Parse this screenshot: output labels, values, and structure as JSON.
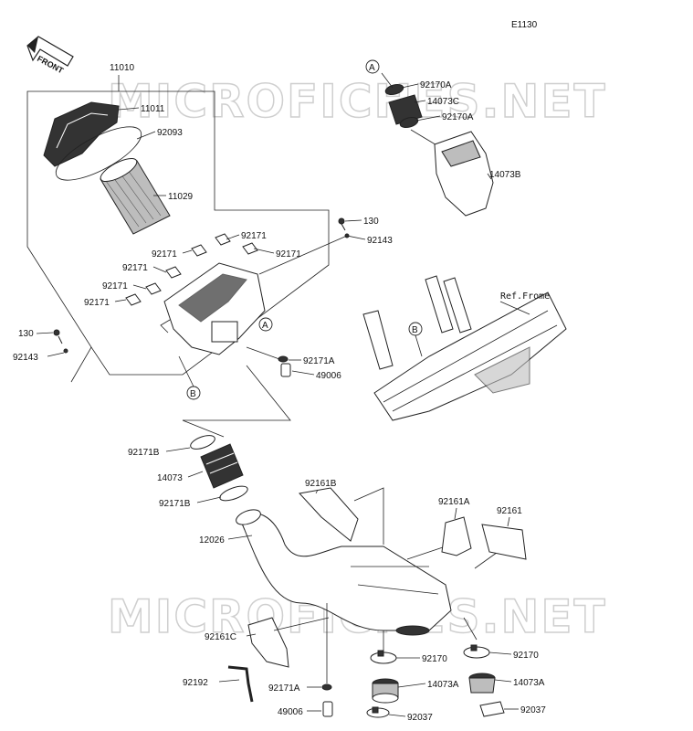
{
  "diagram_code": "E1130",
  "front_label": "FRONT",
  "watermarks": [
    "MICROFICHES.NET",
    "MICROFICHES.NET"
  ],
  "ref_frame_label": "Ref.Frome",
  "callouts": {
    "A1": "A",
    "A2": "A",
    "B1": "B",
    "B2": "B"
  },
  "labels": {
    "p11010": "11010",
    "p11011": "11011",
    "p92093": "92093",
    "p11029": "11029",
    "p92171_a": "92171",
    "p92171_b": "92171",
    "p92171_c": "92171",
    "p92171_d": "92171",
    "p92171_e": "92171",
    "p92171_f": "92171",
    "p130_a": "130",
    "p92143_a": "92143",
    "p130_b": "130",
    "p92143_b": "92143",
    "p92170A_a": "92170A",
    "p14073C": "14073C",
    "p92170A_b": "92170A",
    "p14073B": "14073B",
    "p92171A_a": "92171A",
    "p49006_a": "49006",
    "p92171B_a": "92171B",
    "p14073": "14073",
    "p92171B_b": "92171B",
    "p12026": "12026",
    "p92161B": "92161B",
    "p92161A": "92161A",
    "p92161": "92161",
    "p92161C": "92161C",
    "p92170_a": "92170",
    "p92170_b": "92170",
    "p14073A_a": "14073A",
    "p14073A_b": "14073A",
    "p92037_a": "92037",
    "p92037_b": "92037",
    "p92192": "92192",
    "p92171A_b": "92171A",
    "p49006_b": "49006"
  }
}
